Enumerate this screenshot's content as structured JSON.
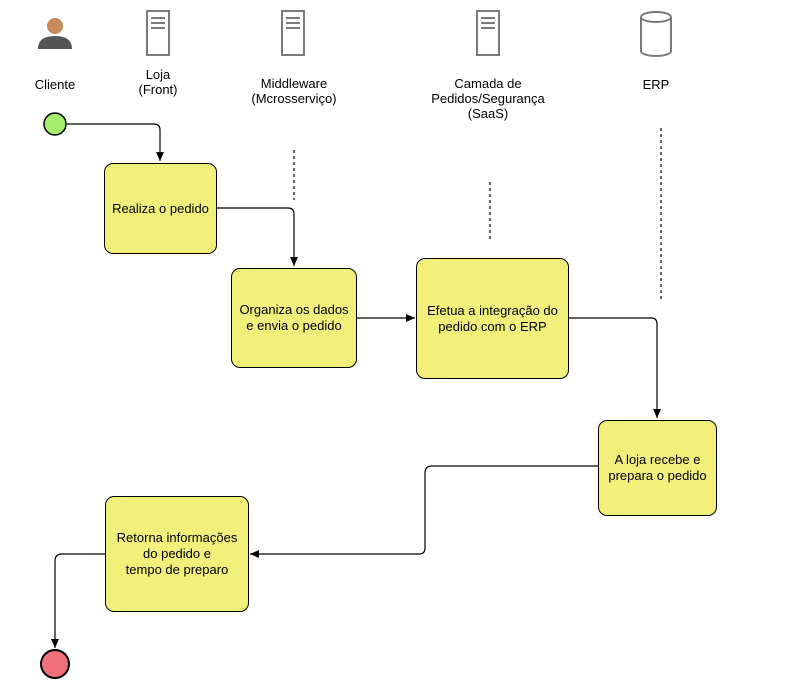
{
  "colors": {
    "task_fill": "#f2f07a",
    "start_event": "#a6ee6e",
    "end_event": "#f0707a",
    "stroke": "#000000",
    "icon_stroke": "#7a7a7a"
  },
  "lanes": [
    {
      "id": "cliente",
      "label": "Cliente",
      "icon": "user-icon"
    },
    {
      "id": "loja",
      "label": "Loja\n(Front)",
      "icon": "server-icon"
    },
    {
      "id": "middleware",
      "label": "Middleware\n(Mcrosserviço)",
      "icon": "server-icon"
    },
    {
      "id": "camada",
      "label": "Camada de\nPedidos/Segurança\n(SaaS)",
      "icon": "server-icon"
    },
    {
      "id": "erp",
      "label": "ERP",
      "icon": "database-icon"
    }
  ],
  "tasks": [
    {
      "id": "realiza",
      "label": "Realiza o pedido"
    },
    {
      "id": "organiza",
      "label": "Organiza os dados\ne envia o pedido"
    },
    {
      "id": "efetua",
      "label": "Efetua a integração do\npedido com o ERP"
    },
    {
      "id": "recebe",
      "label": "A loja recebe e\nprepara o pedido"
    },
    {
      "id": "retorna",
      "label": "Retorna informações\ndo pedido e\ntempo de preparo"
    }
  ]
}
